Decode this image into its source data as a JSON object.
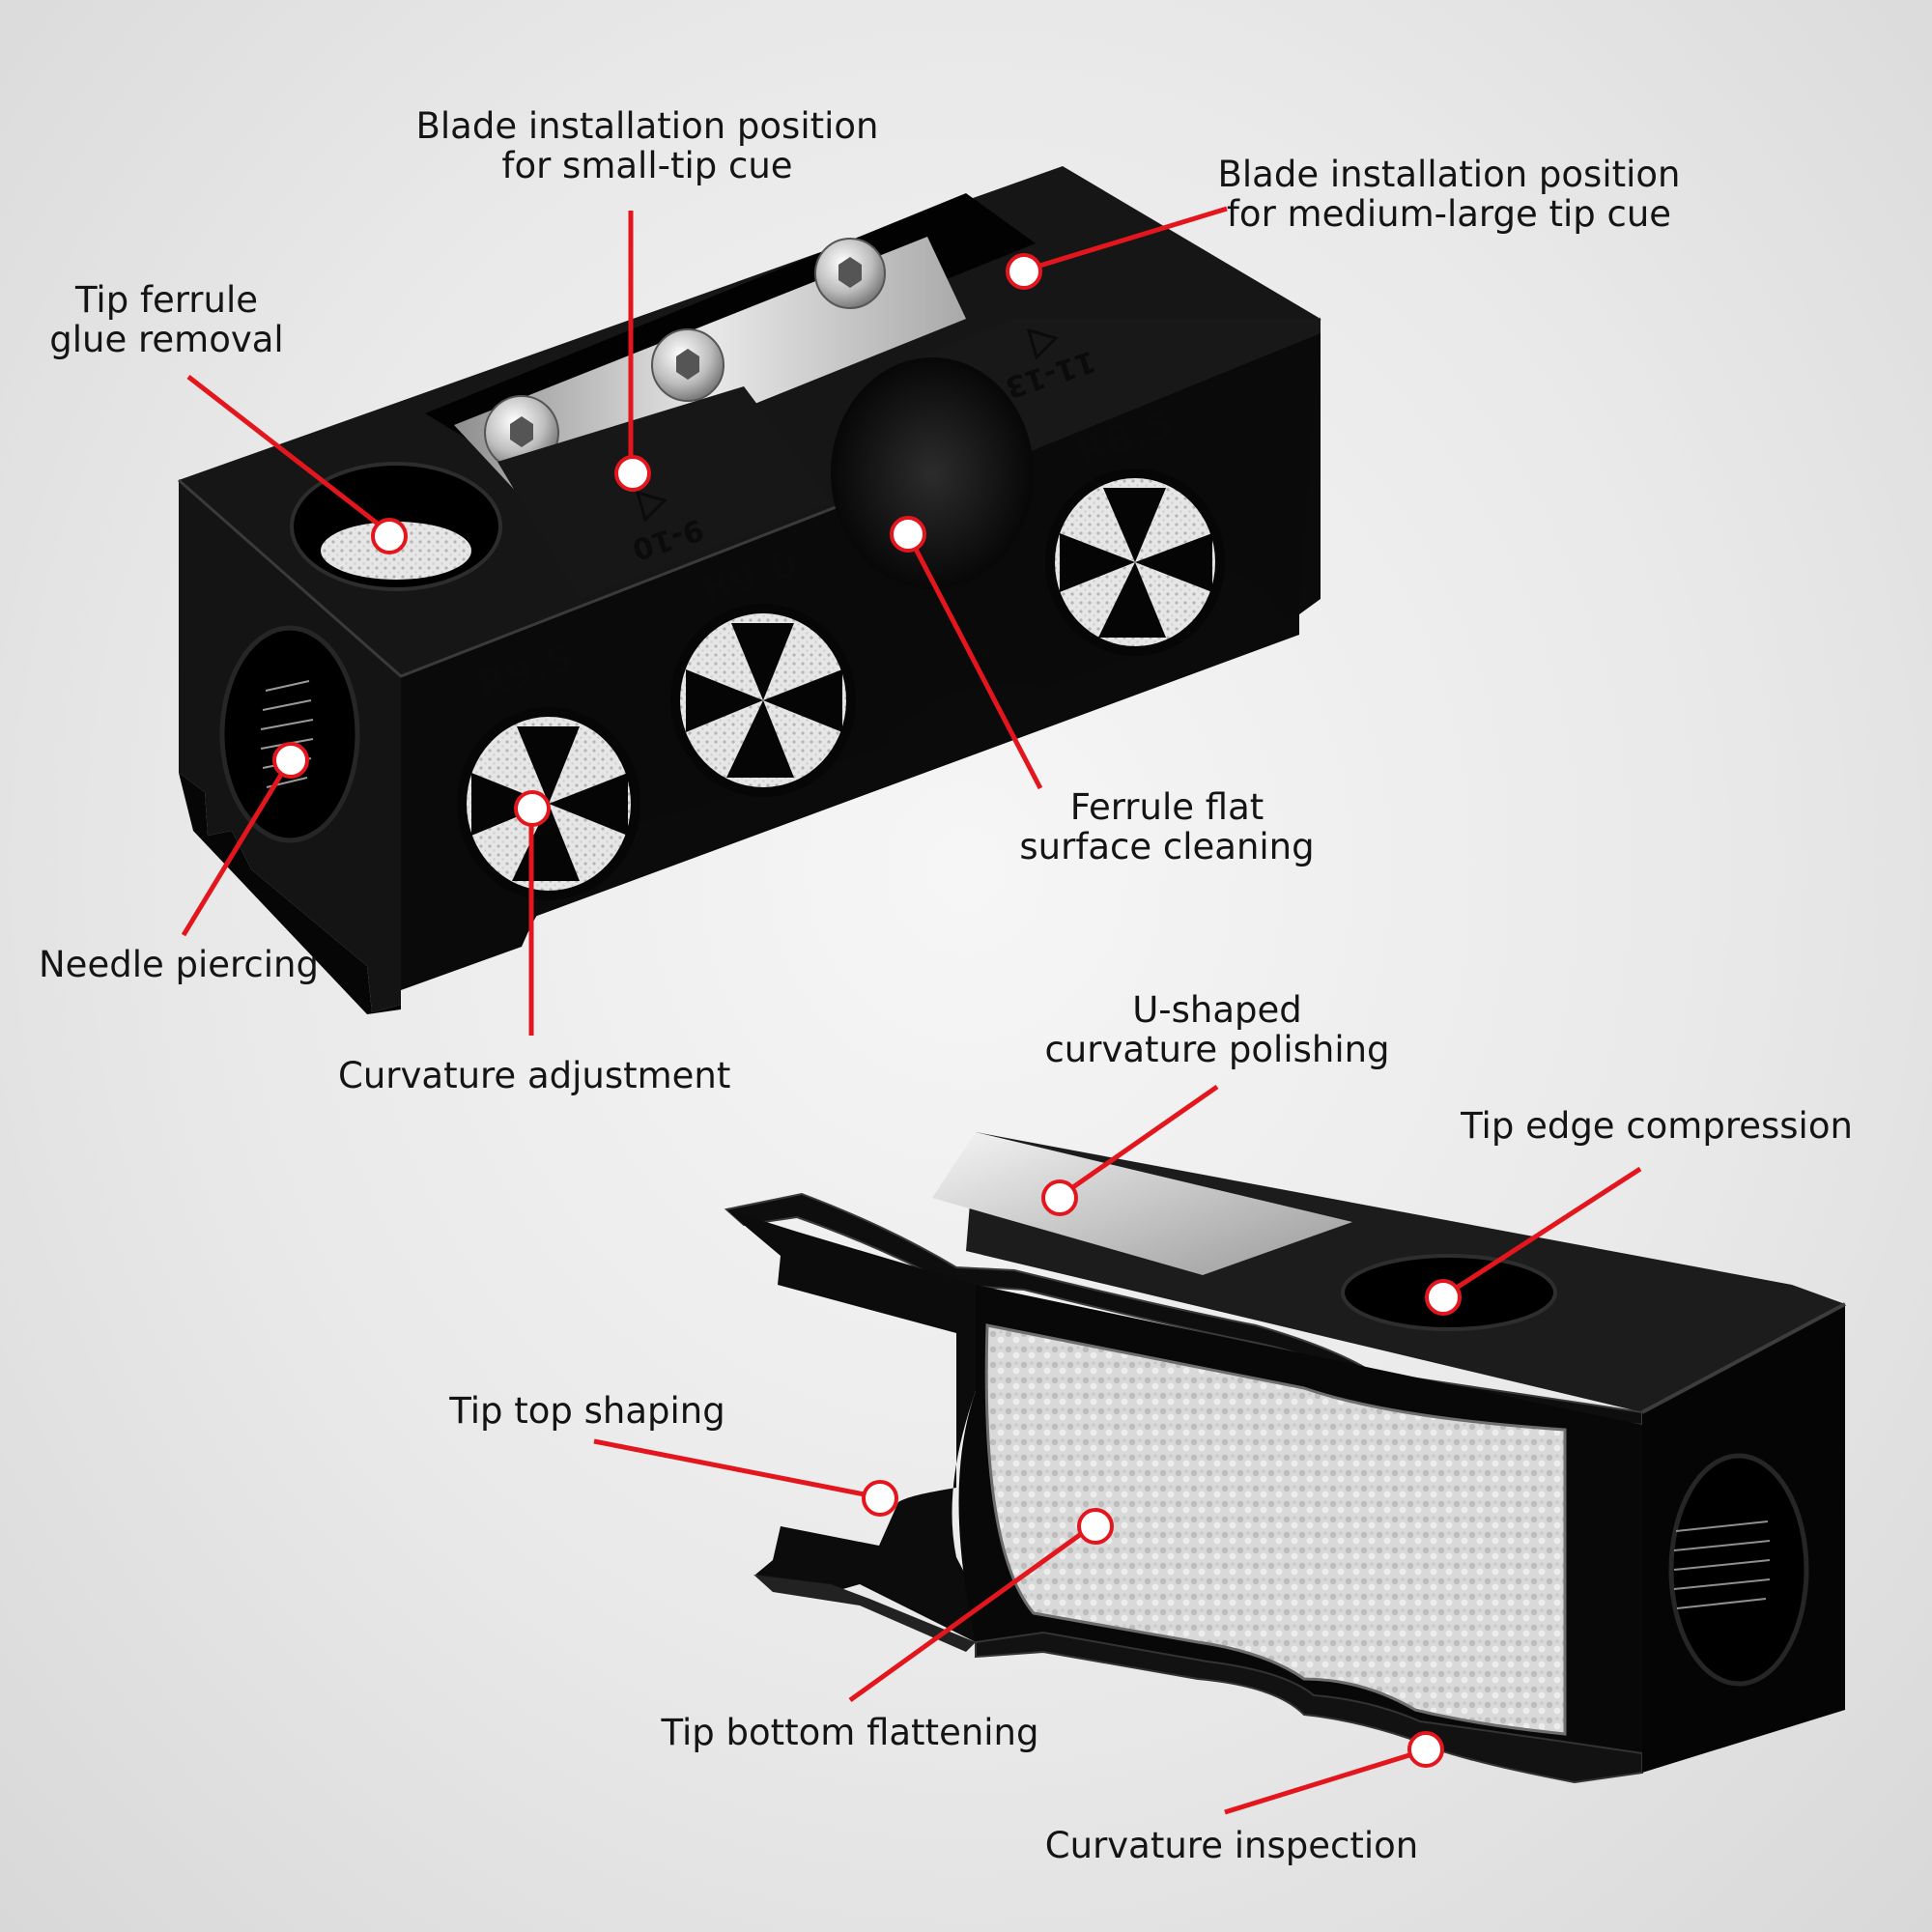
{
  "colors": {
    "callout": "#e3161e",
    "body": "#111111",
    "background": "#ececec",
    "text": "#141414"
  },
  "upper_tool": {
    "engravings": {
      "r95": "R9.5",
      "r90": "R9.0",
      "r85": "R8.5",
      "size_small": "9-10",
      "size_large": "11-13"
    },
    "callouts": [
      {
        "id": "blade-small",
        "lines": [
          "Blade installation position",
          "for small-tip cue"
        ]
      },
      {
        "id": "blade-large",
        "lines": [
          "Blade installation position",
          "for medium-large tip cue"
        ]
      },
      {
        "id": "glue-removal",
        "lines": [
          "Tip ferrule",
          "glue removal"
        ]
      },
      {
        "id": "ferrule-cleaning",
        "lines": [
          "Ferrule flat",
          "surface cleaning"
        ]
      },
      {
        "id": "needle-piercing",
        "lines": [
          "Needle piercing"
        ]
      },
      {
        "id": "curvature-adjustment",
        "lines": [
          "Curvature adjustment"
        ]
      }
    ]
  },
  "lower_tool": {
    "callouts": [
      {
        "id": "u-polishing",
        "lines": [
          "U-shaped",
          "curvature polishing"
        ]
      },
      {
        "id": "edge-compression",
        "lines": [
          "Tip edge compression"
        ]
      },
      {
        "id": "top-shaping",
        "lines": [
          "Tip top shaping"
        ]
      },
      {
        "id": "bottom-flattening",
        "lines": [
          "Tip bottom flattening"
        ]
      },
      {
        "id": "curvature-inspection",
        "lines": [
          "Curvature inspection"
        ]
      }
    ]
  }
}
